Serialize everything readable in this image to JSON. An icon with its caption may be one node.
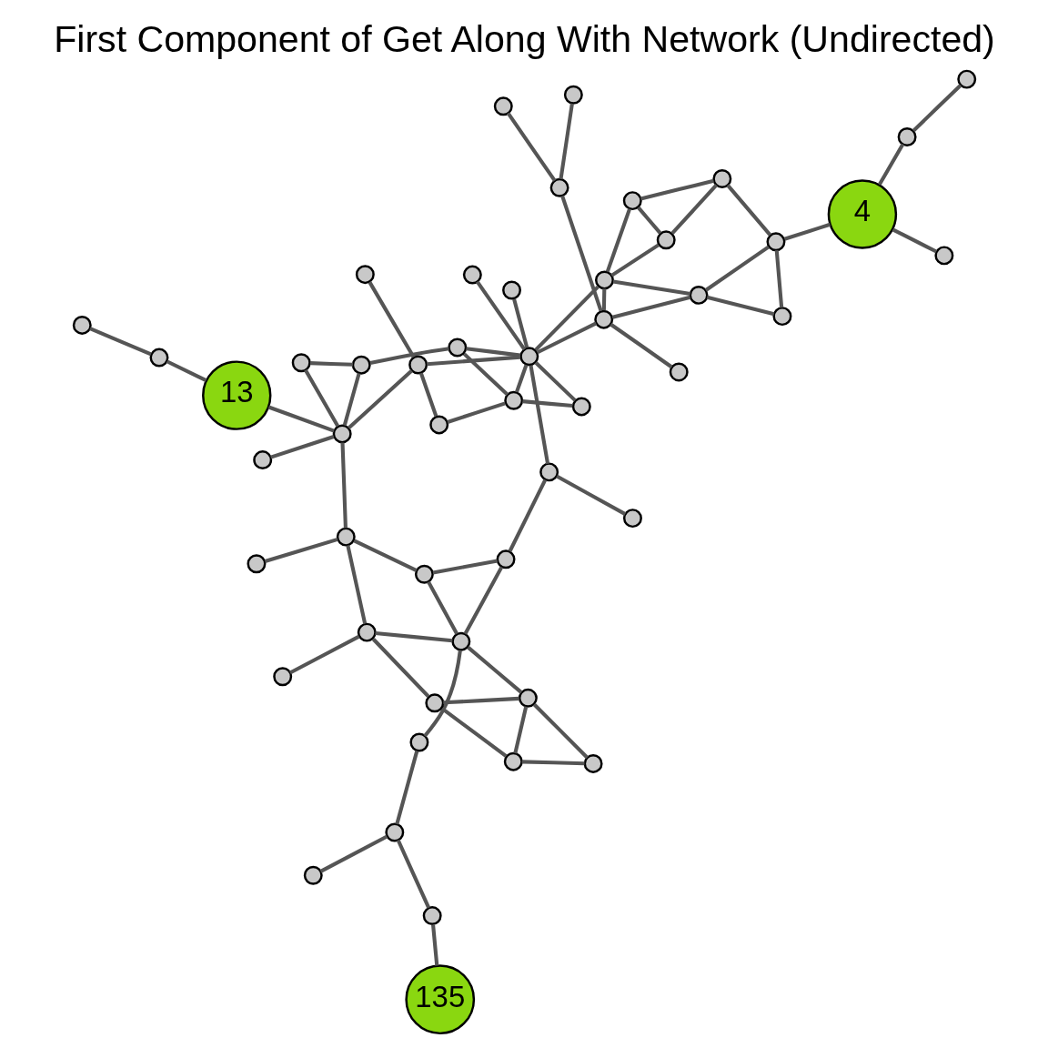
{
  "diagram": {
    "title": "First Component of Get Along With Network (Undirected)",
    "nodes": [
      {
        "text": [],
        "shape": "circle"
      },
      {
        "text": [],
        "shape": "circle"
      },
      {
        "text": [],
        "shape": "circle"
      },
      {
        "text": [
          "135"
        ]
      },
      {
        "text": [],
        "shape": "circle"
      },
      {
        "text": [],
        "shape": "circle"
      },
      {
        "text": [],
        "shape": "circle"
      },
      {
        "text": [],
        "shape": "circle"
      },
      {
        "text": [],
        "shape": "circle"
      },
      {
        "text": [],
        "shape": "circle"
      },
      {
        "text": [],
        "shape": "circle"
      },
      {
        "text": [],
        "shape": "circle"
      },
      {
        "text": [],
        "shape": "circle"
      },
      {
        "text": [],
        "shape": "circle"
      },
      {
        "text": [],
        "shape": "circle"
      },
      {
        "text": [],
        "shape": "circle"
      },
      {
        "text": [],
        "shape": "circle"
      },
      {
        "text": [],
        "shape": "circle"
      },
      {
        "text": [],
        "shape": "circle"
      },
      {
        "text": [],
        "shape": "circle"
      },
      {
        "text": [],
        "shape": "circle"
      },
      {
        "text": [],
        "shape": "circle"
      },
      {
        "text": [],
        "shape": "circle"
      },
      {
        "text": [
          "13"
        ]
      },
      {
        "text": [],
        "shape": "circle"
      },
      {
        "text": [],
        "shape": "circle"
      },
      {
        "text": [],
        "shape": "circle"
      },
      {
        "text": [],
        "shape": "circle"
      },
      {
        "text": [],
        "shape": "circle"
      },
      {
        "text": [],
        "shape": "circle"
      },
      {
        "text": [],
        "shape": "circle"
      },
      {
        "text": [],
        "shape": "circle"
      },
      {
        "text": [],
        "shape": "circle"
      },
      {
        "text": [],
        "shape": "circle"
      },
      {
        "text": [],
        "shape": "circle"
      },
      {
        "text": [],
        "shape": "circle"
      },
      {
        "text": [],
        "shape": "circle"
      },
      {
        "text": [],
        "shape": "circle"
      },
      {
        "text": [],
        "shape": "circle"
      },
      {
        "text": [],
        "shape": "circle"
      },
      {
        "text": [],
        "shape": "circle"
      },
      {
        "text": [],
        "shape": "circle"
      },
      {
        "text": [],
        "shape": "circle"
      },
      {
        "text": [],
        "shape": "circle"
      },
      {
        "text": [],
        "shape": "circle"
      },
      {
        "text": [],
        "shape": "circle"
      },
      {
        "text": [
          "4"
        ]
      },
      {
        "text": [],
        "shape": "circle"
      },
      {
        "text": [],
        "shape": "circle"
      },
      {
        "text": [],
        "shape": "circle"
      }
    ],
    "edges": [
      {
        "from": 0,
        "to": 1,
        "arrow": "none"
      },
      {
        "from": 1,
        "to": 2,
        "arrow": "none"
      },
      {
        "from": 2,
        "to": 3,
        "arrow": "none"
      },
      {
        "from": 1,
        "to": 4,
        "arrow": "none"
      },
      {
        "from": 4,
        "to": 5,
        "arrow": "none"
      },
      {
        "from": 6,
        "to": 7,
        "arrow": "none"
      },
      {
        "from": 6,
        "to": 8,
        "arrow": "none"
      },
      {
        "from": 6,
        "to": 9,
        "arrow": "none"
      },
      {
        "from": 9,
        "to": 10,
        "arrow": "none"
      },
      {
        "from": 9,
        "to": 8,
        "arrow": "none"
      },
      {
        "from": 7,
        "to": 8,
        "arrow": "none"
      },
      {
        "from": 8,
        "to": 5,
        "arrow": "none"
      },
      {
        "from": 5,
        "to": 10,
        "arrow": "none"
      },
      {
        "from": 5,
        "to": 12,
        "arrow": "none"
      },
      {
        "from": 5,
        "to": 13,
        "arrow": "none"
      },
      {
        "from": 10,
        "to": 11,
        "arrow": "none"
      },
      {
        "from": 10,
        "to": 14,
        "arrow": "none"
      },
      {
        "from": 12,
        "to": 14,
        "arrow": "none"
      },
      {
        "from": 12,
        "to": 13,
        "arrow": "none"
      },
      {
        "from": 13,
        "to": 17,
        "arrow": "none"
      },
      {
        "from": 17,
        "to": 16,
        "arrow": "none"
      },
      {
        "from": 17,
        "to": 18,
        "arrow": "none"
      },
      {
        "from": 14,
        "to": 15,
        "arrow": "none"
      },
      {
        "from": 14,
        "to": 19,
        "arrow": "none"
      },
      {
        "from": 19,
        "to": 20,
        "arrow": "none"
      },
      {
        "from": 19,
        "to": 23,
        "arrow": "none"
      },
      {
        "from": 19,
        "to": 24,
        "arrow": "none"
      },
      {
        "from": 19,
        "to": 25,
        "arrow": "none"
      },
      {
        "from": 19,
        "to": 27,
        "arrow": "none"
      },
      {
        "from": 24,
        "to": 25,
        "arrow": "none"
      },
      {
        "from": 25,
        "to": 26,
        "arrow": "none"
      },
      {
        "from": 23,
        "to": 22,
        "arrow": "none"
      },
      {
        "from": 22,
        "to": 21,
        "arrow": "none"
      },
      {
        "from": 27,
        "to": 28,
        "arrow": "none"
      },
      {
        "from": 27,
        "to": 29,
        "arrow": "none"
      },
      {
        "from": 27,
        "to": 18,
        "arrow": "none"
      },
      {
        "from": 26,
        "to": 18,
        "arrow": "none"
      },
      {
        "from": 26,
        "to": 30,
        "arrow": "none"
      },
      {
        "from": 30,
        "to": 18,
        "arrow": "none"
      },
      {
        "from": 30,
        "to": 31,
        "arrow": "none"
      },
      {
        "from": 30,
        "to": 29,
        "arrow": "none"
      },
      {
        "from": 18,
        "to": 31,
        "arrow": "none"
      },
      {
        "from": 18,
        "to": 32,
        "arrow": "none"
      },
      {
        "from": 18,
        "to": 33,
        "arrow": "none"
      },
      {
        "from": 18,
        "to": 34,
        "arrow": "none"
      },
      {
        "from": 18,
        "to": 40,
        "arrow": "none"
      },
      {
        "from": 34,
        "to": 40,
        "arrow": "none"
      },
      {
        "from": 40,
        "to": 41,
        "arrow": "none"
      },
      {
        "from": 40,
        "to": 42,
        "arrow": "none"
      },
      {
        "from": 41,
        "to": 42,
        "arrow": "none"
      },
      {
        "from": 41,
        "to": 43,
        "arrow": "none"
      },
      {
        "from": 42,
        "to": 43,
        "arrow": "none"
      },
      {
        "from": 40,
        "to": 39,
        "arrow": "none"
      },
      {
        "from": 34,
        "to": 39,
        "arrow": "none"
      },
      {
        "from": 34,
        "to": 35,
        "arrow": "none"
      },
      {
        "from": 34,
        "to": 36,
        "arrow": "none"
      },
      {
        "from": 36,
        "to": 37,
        "arrow": "none"
      },
      {
        "from": 36,
        "to": 38,
        "arrow": "none"
      },
      {
        "from": 39,
        "to": 45,
        "arrow": "none"
      },
      {
        "from": 39,
        "to": 44,
        "arrow": "none"
      },
      {
        "from": 45,
        "to": 44,
        "arrow": "none"
      },
      {
        "from": 44,
        "to": 46,
        "arrow": "none"
      },
      {
        "from": 44,
        "to": 43,
        "arrow": "none"
      },
      {
        "from": 46,
        "to": 47,
        "arrow": "none"
      },
      {
        "from": 46,
        "to": 48,
        "arrow": "none"
      },
      {
        "from": 48,
        "to": 49,
        "arrow": "none"
      }
    ]
  }
}
